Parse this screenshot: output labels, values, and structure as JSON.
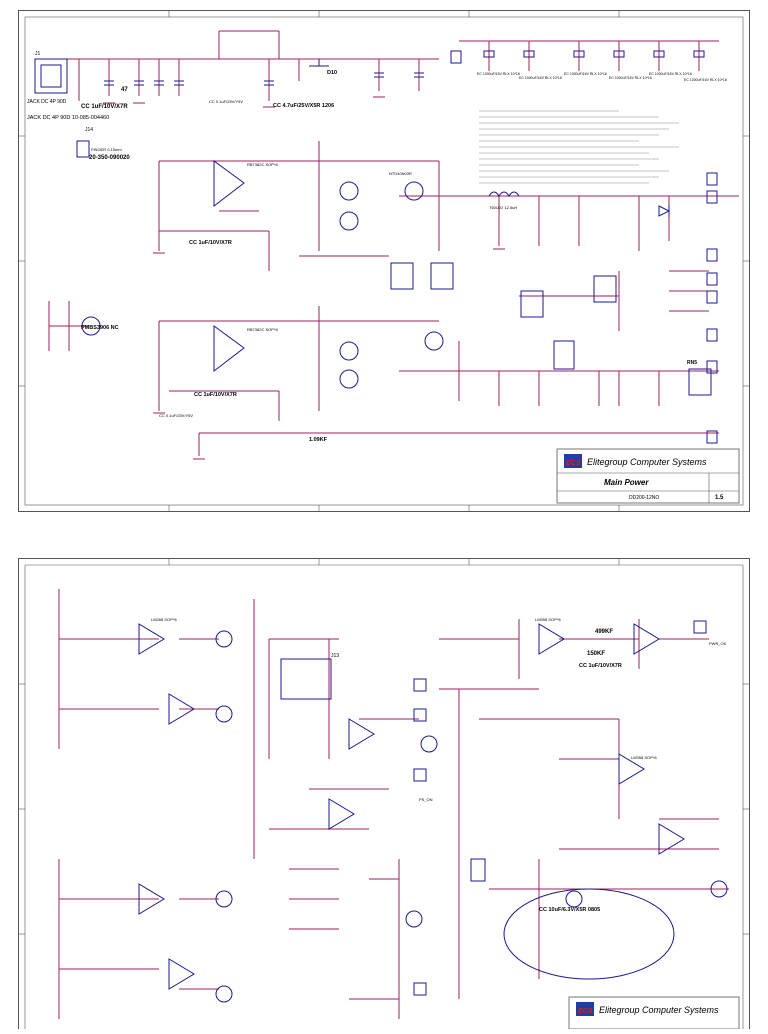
{
  "colors": {
    "wire": "#a0205a",
    "component": "#1a1a8c",
    "text": "#000000",
    "border": "#555555",
    "net": "#d02020",
    "logo_blue": "#1f3fa8",
    "logo_red": "#d02020"
  },
  "sheet1": {
    "connector_j1": {
      "ref": "J1",
      "label": "JACK DC 4P 90D 10-085-004460",
      "sub": "JACK DC 4P 90D"
    },
    "cap_label_left": "CC 1uF/10V/X7R",
    "r47": "47",
    "cap_label_mid": "CC 4.7uF/25V/X5R 1206",
    "cap_label_mid2": "CC 0.1uF/25V/Y5V",
    "diode_d10": "D10",
    "j14": {
      "ref": "J14",
      "label": "20-350-090020",
      "sub": "FINGER 0.15mm"
    },
    "opamp1_cap": "CC 1uF/10V/X7R",
    "opamp2_cap": "CC 1uF/10V/X7R",
    "opamp2_cap2": "CC 0.1uF/25V/Y5V",
    "opamp_part": "RB7382C SOP*8",
    "transistor_note": "PMBS3906 NC",
    "fet": "NTD40N03R",
    "inductor": "T60U22 12.5uH",
    "r_109": "1.09KF",
    "rn5": "RN5",
    "notes": [
      "EC 1000uF/16V RLX 10*16",
      "EC 1000uF/16V RLX 10*16",
      "EC 1000uF/16V RLX 10*16",
      "EC 1000uF/16V RLX 10*16",
      "EC 1000uF/16V RLX 10*16",
      "EC 1000uF/16V RLX 10*16"
    ],
    "title_block": {
      "company": "Elitegroup Computer Systems",
      "logo": "ECS",
      "title": "Main Power",
      "doc_number": "DD200-12NO",
      "rev": "1.5"
    }
  },
  "sheet2": {
    "opamp_part": "LM358 SOP*8",
    "r_499": "499KF",
    "r_150": "150KF",
    "cap_note": "CC 1uF/10V/X7R",
    "ps_on": "PS_ON",
    "pwr_ok": "PWR_OK",
    "circled_cap": "CC 10uF/6.3V/X5R 0805",
    "j13": "J13",
    "title_block": {
      "company": "Elitegroup Computer Systems",
      "logo": "ECS"
    }
  }
}
